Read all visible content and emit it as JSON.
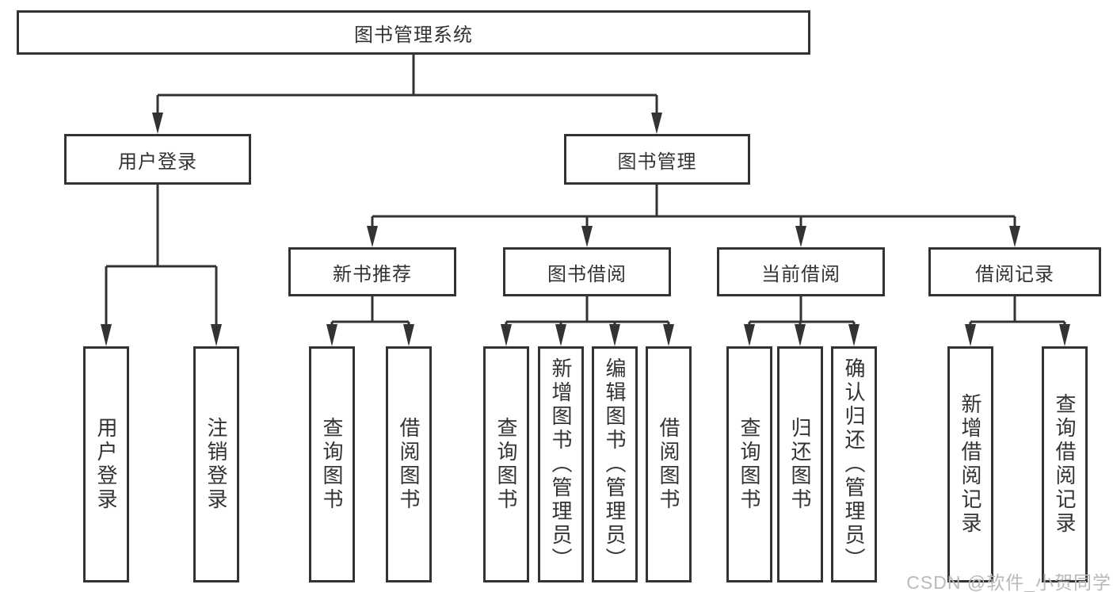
{
  "diagram": {
    "root": {
      "label": "图书管理系统"
    },
    "level1": [
      {
        "label": "用户登录",
        "parent": "图书管理系统"
      },
      {
        "label": "图书管理",
        "parent": "图书管理系统"
      }
    ],
    "level2": [
      {
        "label": "新书推荐",
        "parent": "图书管理"
      },
      {
        "label": "图书借阅",
        "parent": "图书管理"
      },
      {
        "label": "当前借阅",
        "parent": "图书管理"
      },
      {
        "label": "借阅记录",
        "parent": "图书管理"
      }
    ],
    "leaves": [
      {
        "label": "用户登录",
        "parent": "用户登录"
      },
      {
        "label": "注销登录",
        "parent": "用户登录"
      },
      {
        "label": "查询图书",
        "parent": "新书推荐"
      },
      {
        "label": "借阅图书",
        "parent": "新书推荐"
      },
      {
        "label": "查询图书",
        "parent": "图书借阅"
      },
      {
        "label": "新增图书（管理员）",
        "parent": "图书借阅"
      },
      {
        "label": "编辑图书（管理员）",
        "parent": "图书借阅"
      },
      {
        "label": "借阅图书",
        "parent": "图书借阅"
      },
      {
        "label": "查询图书",
        "parent": "当前借阅"
      },
      {
        "label": "归还图书",
        "parent": "当前借阅"
      },
      {
        "label": "确认归还（管理员）",
        "parent": "当前借阅"
      },
      {
        "label": "新增借阅记录",
        "parent": "借阅记录"
      },
      {
        "label": "查询借阅记录",
        "parent": "借阅记录"
      }
    ]
  },
  "watermark": {
    "text": "CSDN @软件_小贺同学"
  },
  "colors": {
    "line": "#333333",
    "text": "#333333",
    "box_background": "#ffffff",
    "watermark_text": "#b9b9b9"
  }
}
